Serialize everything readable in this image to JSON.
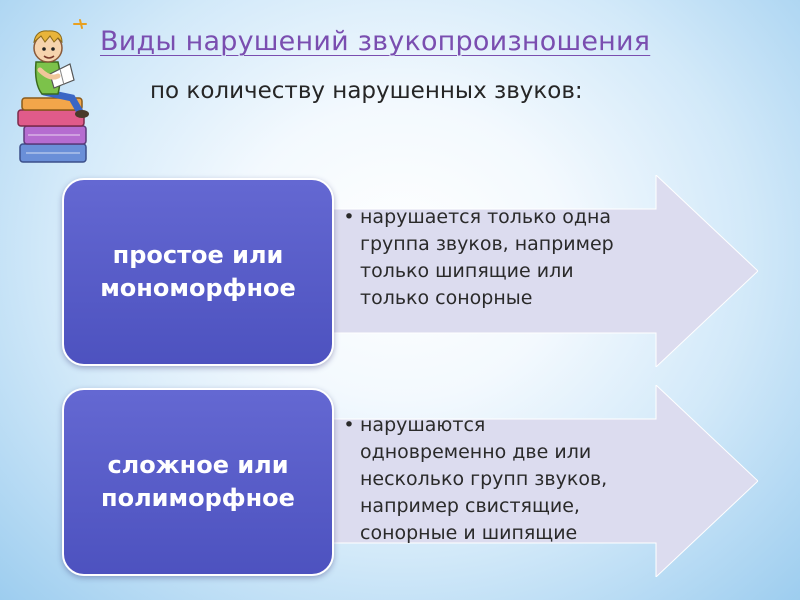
{
  "header": {
    "title": "Виды нарушений звукопроизношения",
    "subtitle": "по количеству нарушенных звуков:"
  },
  "items": [
    {
      "label": "простое или\nмономорфное",
      "description": "нарушается только одна\nгруппа звуков, например\nтолько шипящие или\nтолько сонорные"
    },
    {
      "label": "сложное или\nполиморфное",
      "description": "нарушаются\nодновременно две или\nнесколько групп звуков,\nнапример свистящие,\nсонорные и шипящие"
    }
  ],
  "bullet": "•",
  "colors": {
    "title": "#7a4eb0",
    "box": "#5558c8",
    "arrow": "#dcdcef"
  },
  "icons": {
    "mascot": "boy-reading-on-books-icon"
  }
}
